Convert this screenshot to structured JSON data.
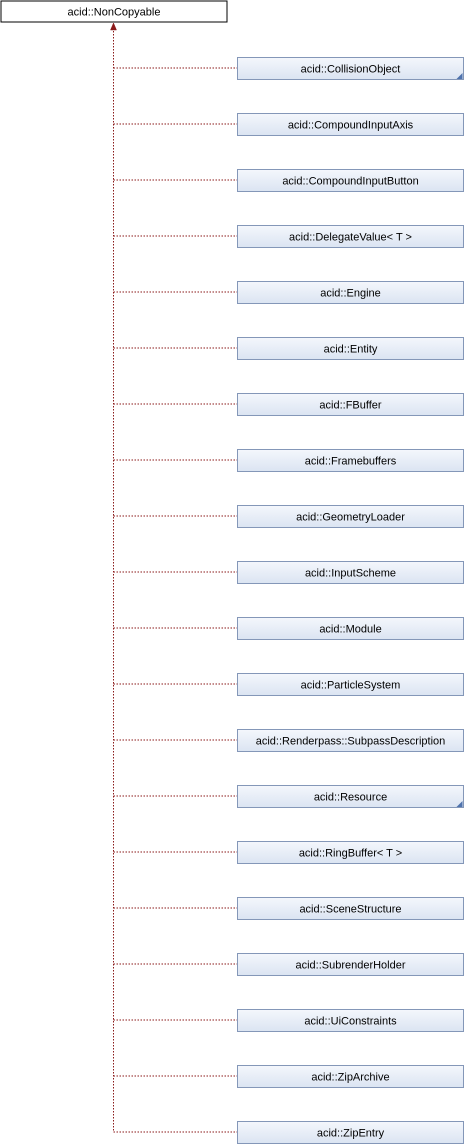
{
  "base_class": {
    "label": "acid::NonCopyable"
  },
  "derived_classes": [
    {
      "label": "acid::CollisionObject",
      "has_more": true
    },
    {
      "label": "acid::CompoundInputAxis",
      "has_more": false
    },
    {
      "label": "acid::CompoundInputButton",
      "has_more": false
    },
    {
      "label": "acid::DelegateValue< T >",
      "has_more": false
    },
    {
      "label": "acid::Engine",
      "has_more": false
    },
    {
      "label": "acid::Entity",
      "has_more": false
    },
    {
      "label": "acid::FBuffer",
      "has_more": false
    },
    {
      "label": "acid::Framebuffers",
      "has_more": false
    },
    {
      "label": "acid::GeometryLoader",
      "has_more": false
    },
    {
      "label": "acid::InputScheme",
      "has_more": false
    },
    {
      "label": "acid::Module",
      "has_more": false
    },
    {
      "label": "acid::ParticleSystem",
      "has_more": false
    },
    {
      "label": "acid::Renderpass::SubpassDescription",
      "has_more": false
    },
    {
      "label": "acid::Resource",
      "has_more": true
    },
    {
      "label": "acid::RingBuffer< T >",
      "has_more": false
    },
    {
      "label": "acid::SceneStructure",
      "has_more": false
    },
    {
      "label": "acid::SubrenderHolder",
      "has_more": false
    },
    {
      "label": "acid::UiConstraints",
      "has_more": false
    },
    {
      "label": "acid::ZipArchive",
      "has_more": false
    },
    {
      "label": "acid::ZipEntry",
      "has_more": false
    }
  ],
  "colors": {
    "base_fill": "#ffffff",
    "base_border": "#000000",
    "derived_fill": "#e8eef7",
    "derived_border": "#8497b8",
    "edge": "#8b1a1a",
    "more_marker": "#4f73ad"
  }
}
